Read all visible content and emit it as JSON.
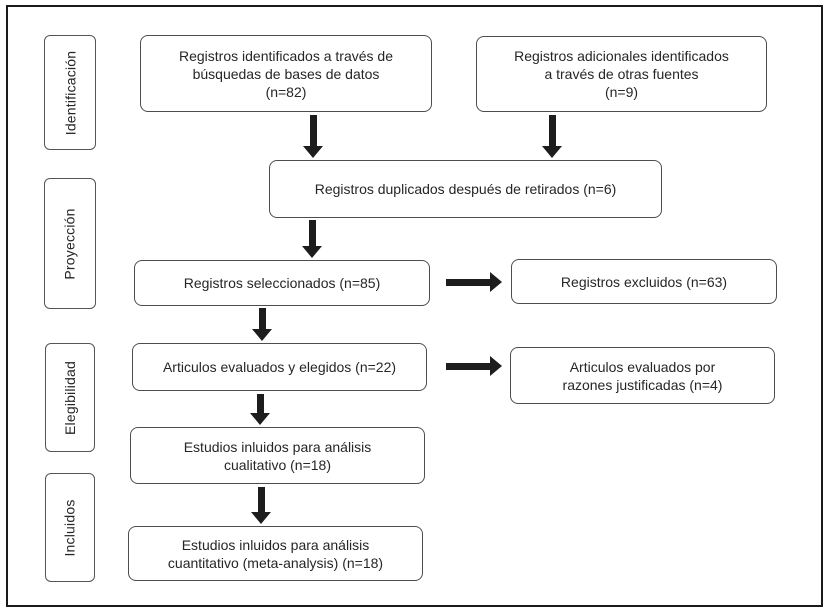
{
  "diagram": {
    "type": "prisma-flow-diagram",
    "language": "es",
    "stages": [
      {
        "label": "Identificación"
      },
      {
        "label": "Proyección"
      },
      {
        "label": "Elegibilidad"
      },
      {
        "label": "Incluidos"
      }
    ],
    "boxes": {
      "identified_db": "Registros identificados a través de\nbúsquedas de bases de datos\n(n=82)",
      "additional_sources": "Registros adicionales identificados\na través de otras fuentes\n(n=9)",
      "duplicates_removed": "Registros duplicados después de retirados (n=6)",
      "screened": "Registros seleccionados (n=85)",
      "excluded": "Registros excluidos (n=63)",
      "assessed": "Articulos evaluados y elegidos (n=22)",
      "assessed_excluded": "Articulos evaluados por\nrazones justificadas (n=4)",
      "qualitative": "Estudios inluidos para análisis\ncualitativo (n=18)",
      "quantitative": "Estudios inluidos para análisis\ncuantitativo (meta-analysis) (n=18)"
    },
    "counts": {
      "identified_db": 82,
      "additional_sources": 9,
      "duplicates_removed": 6,
      "screened": 85,
      "excluded": 63,
      "assessed": 22,
      "assessed_excluded": 4,
      "qualitative": 18,
      "quantitative": 18
    },
    "colors": {
      "background": "#ffffff",
      "frame_border": "#1a1a1a",
      "box_border": "#4d4d4d",
      "stage_border": "#555555",
      "arrow": "#1d1d1d",
      "text": "#262626"
    }
  }
}
